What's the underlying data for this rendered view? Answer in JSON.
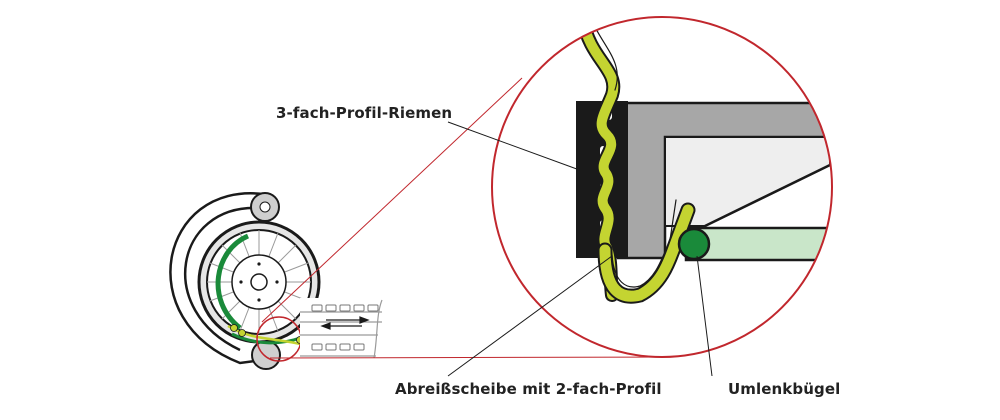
{
  "labels": {
    "belt": "3-fach-Profil-Riemen",
    "disc": "Abreißscheibe mit 2-fach-Profil",
    "lever": "Umlenkbügel"
  },
  "colors": {
    "ring": "#c1272d",
    "belt": "#c4d431",
    "green": "#1a8a3a",
    "light_green": "#c9e6c9",
    "gray": "#a7a7a7",
    "light_gray": "#eeeeee",
    "black": "#1a1a1a"
  }
}
